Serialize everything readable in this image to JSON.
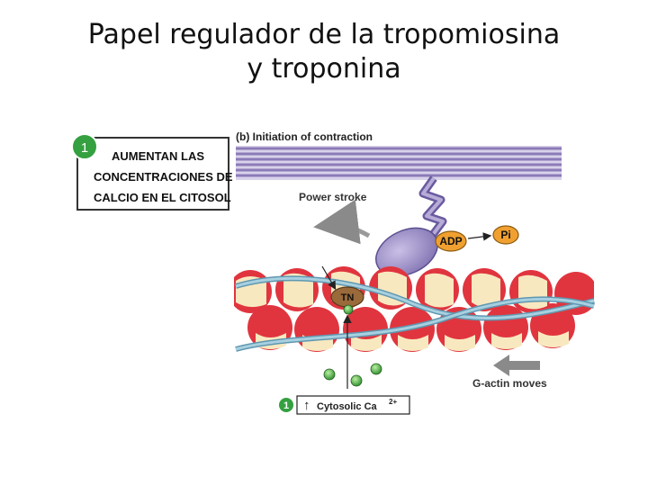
{
  "slide": {
    "title_line1": "Papel regulador de la tropomiosina",
    "title_line2": "y troponina"
  },
  "callout": {
    "step_number": "1",
    "text_line1": "AUMENTAN LAS",
    "text_line2": "CONCENTRACIONES DE",
    "text_line3": "CALCIO EN EL CITOSOL"
  },
  "figure": {
    "panel_title": "(b) Initiation of contraction",
    "power_stroke_label": "Power stroke",
    "adp_label": "ADP",
    "pi_label": "Pi",
    "tn_label": "TN",
    "gactin_label": "G-actin moves",
    "step_number": "1",
    "cytosolic_label": "Cytosolic Ca",
    "cytosolic_superscript": "2+"
  },
  "colors": {
    "myosin_lines": "#8b7bb8",
    "myosin_head": "#9b8ec7",
    "actin_red": "#e0353f",
    "actin_cream": "#f8e8c0",
    "tropomyosin": "#7fb3c8",
    "troponin": "#9a6a3a",
    "calcium": "#4caf50",
    "adp_fill": "#f0a030",
    "callout_circle": "#35a040"
  }
}
